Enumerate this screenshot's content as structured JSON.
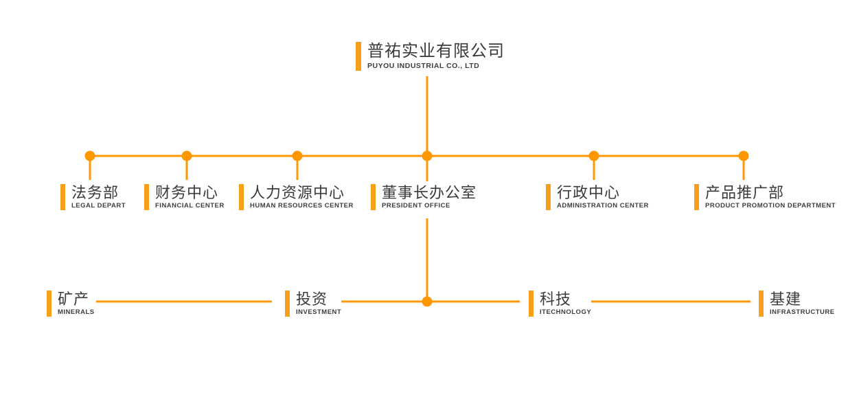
{
  "company": {
    "zh": "普祐实业有限公司",
    "en": "PUYOU INDUSTRIAL CO., LTD"
  },
  "departments": [
    {
      "zh": "法务部",
      "en": "LEGAL DEPART"
    },
    {
      "zh": "财务中心",
      "en": "FINANCIAL CENTER"
    },
    {
      "zh": "人力资源中心",
      "en": "HUMAN RESOURCES CENTER"
    },
    {
      "zh": "董事长办公室",
      "en": "PRESIDENT OFFICE"
    },
    {
      "zh": "行政中心",
      "en": "ADMINISTRATION CENTER"
    },
    {
      "zh": "产品推广部",
      "en": "PRODUCT PROMOTION DEPARTMENT"
    }
  ],
  "divisions": [
    {
      "zh": "矿产",
      "en": "MINERALS"
    },
    {
      "zh": "投资",
      "en": "INVESTMENT"
    },
    {
      "zh": "科技",
      "en": "ITECHNOLOGY"
    },
    {
      "zh": "基建",
      "en": "INFRASTRUCTURE"
    }
  ],
  "colors": {
    "accent": "#FF9800",
    "bar": "#F9A01B",
    "text": "#3a3a3a",
    "subtext": "#3d3d3d",
    "background": "#ffffff"
  }
}
